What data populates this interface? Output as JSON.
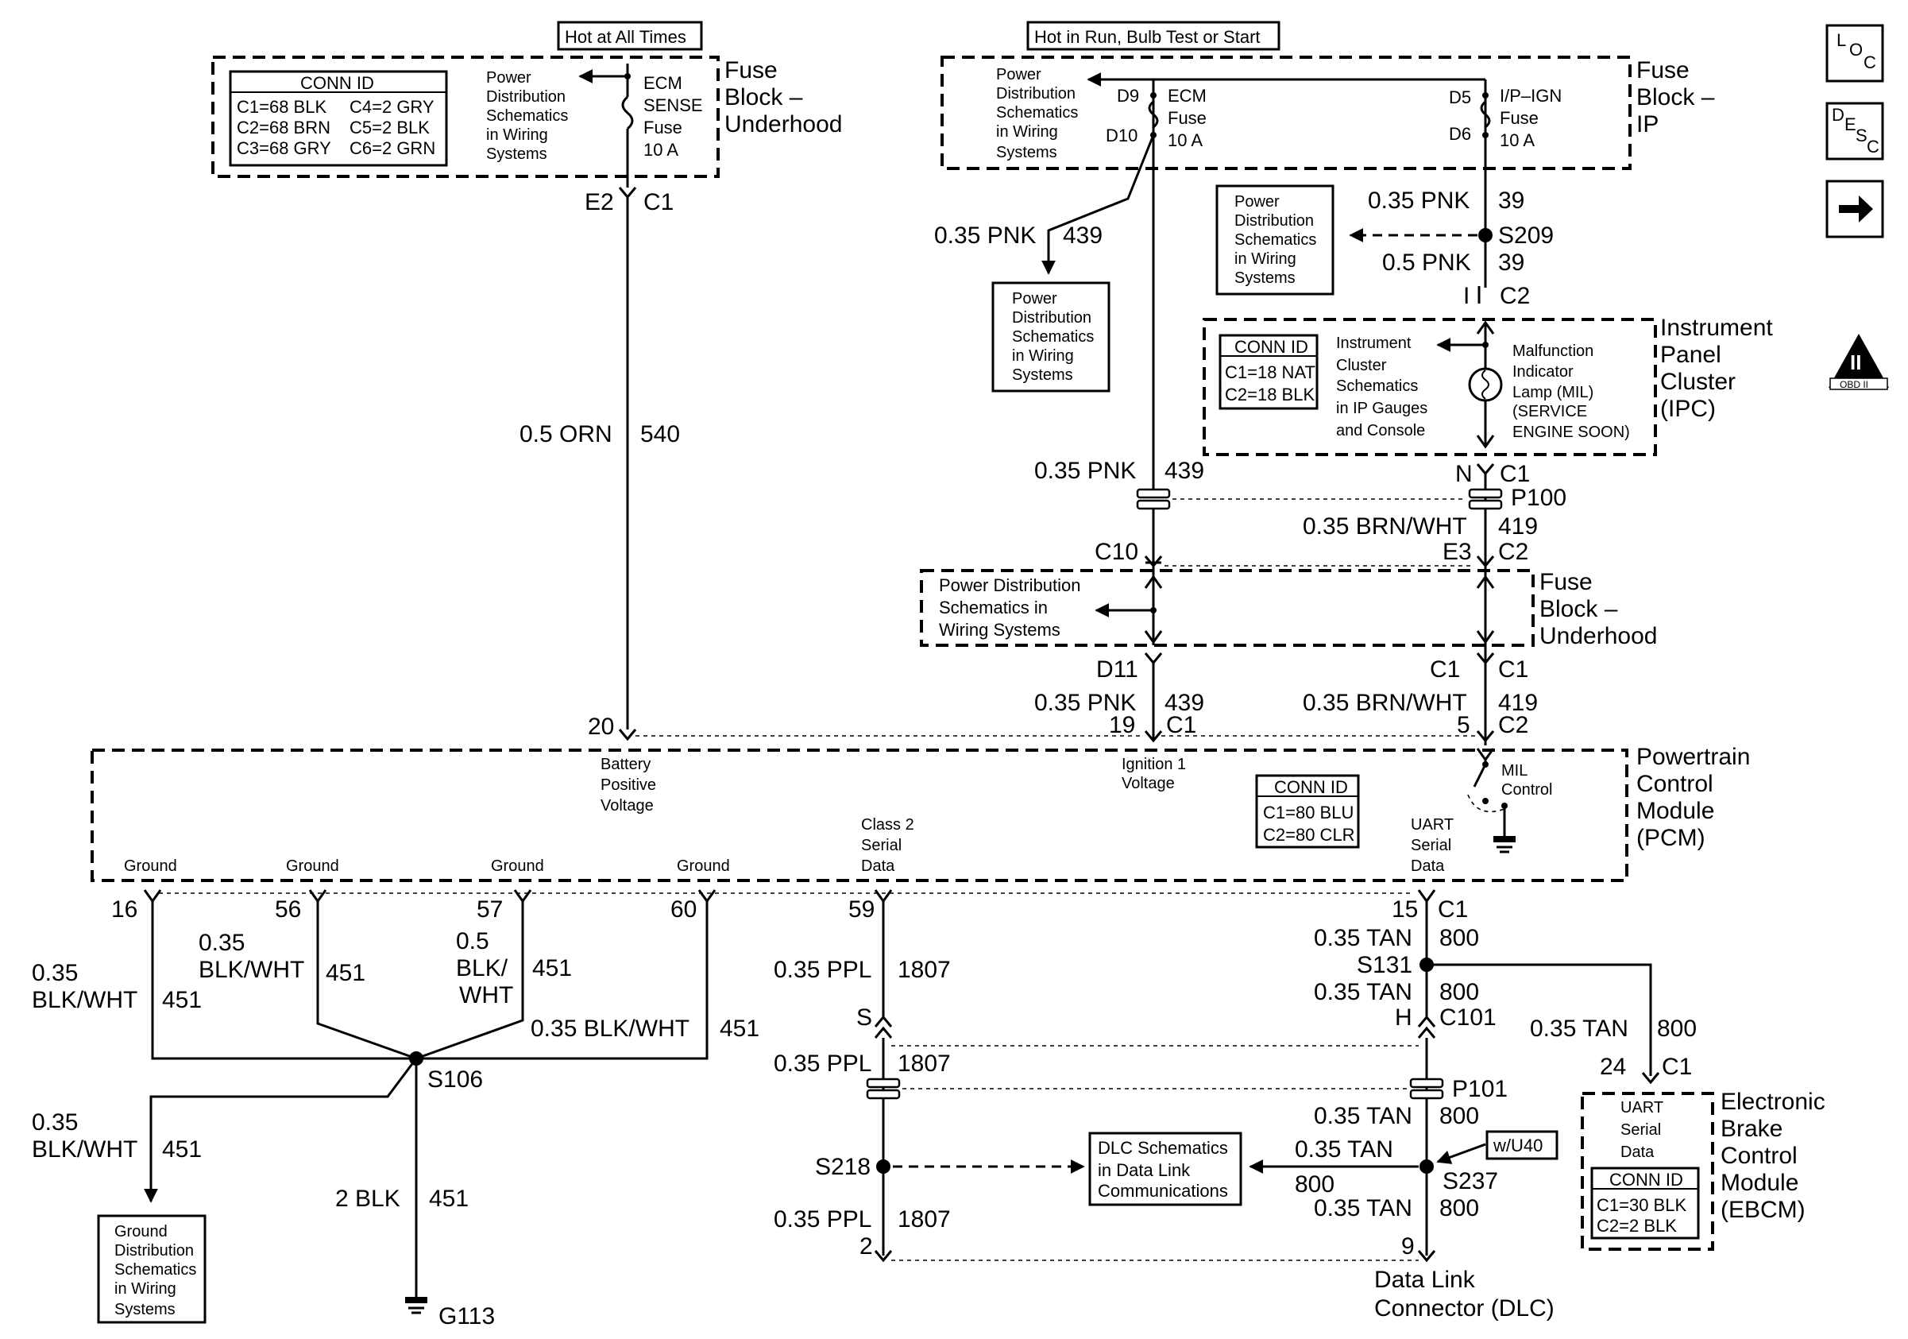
{
  "hot_labels": {
    "always": "Hot at All Times",
    "run": "Hot in Run, Bulb Test or Start"
  },
  "side_icons": {
    "loc": [
      "L",
      "O",
      "C"
    ],
    "desc": [
      "D",
      "E",
      "S",
      "C"
    ],
    "obd_roman": "II",
    "obd_text": "OBD II"
  },
  "fuse_underhood_top": {
    "title": [
      "Fuse",
      "Block –",
      "Underhood"
    ],
    "conn_id_title": "CONN ID",
    "conn_rows": [
      [
        "C1=68 BLK",
        "C4=2 GRY"
      ],
      [
        "C2=68 BRN",
        "C5=2 BLK"
      ],
      [
        "C3=68 GRY",
        "C6=2 GRN"
      ]
    ],
    "ref_text": [
      "Power",
      "Distribution",
      "Schematics",
      "in Wiring",
      "Systems"
    ],
    "fuse_label": [
      "ECM",
      "SENSE",
      "Fuse",
      "10 A"
    ],
    "conn_left": "E2",
    "conn_right": "C1"
  },
  "fuse_ip": {
    "title": [
      "Fuse",
      "Block –",
      "IP"
    ],
    "ref_text": [
      "Power",
      "Distribution",
      "Schematics",
      "in Wiring",
      "Systems"
    ],
    "ecm_pins": [
      "D9",
      "D10"
    ],
    "ecm_label": [
      "ECM",
      "Fuse",
      "10 A"
    ],
    "ign_pins": [
      "D5",
      "D6"
    ],
    "ign_label": [
      "I/P–IGN",
      "Fuse",
      "10 A"
    ]
  },
  "refs": {
    "pnk439": [
      "Power",
      "Distribution",
      "Schematics",
      "in Wiring",
      "Systems"
    ],
    "s209": [
      "Power",
      "Distribution",
      "Schematics",
      "in Wiring",
      "Systems"
    ],
    "ground": [
      "Ground",
      "Distribution",
      "Schematics",
      "in Wiring",
      "Systems"
    ],
    "dlc": [
      "DLC Schematics",
      "in Data Link",
      "Communications"
    ]
  },
  "wires": {
    "orn540": [
      "0.5 ORN",
      "540"
    ],
    "pnk439_branch": [
      "0.35 PNK",
      "439"
    ],
    "pnk39_upper": [
      "0.35 PNK",
      "39"
    ],
    "pnk39_lower": [
      "0.5 PNK",
      "39"
    ],
    "pnk439_main": [
      "0.35 PNK",
      "439"
    ],
    "brnwht419_upper": [
      "0.35 BRN/WHT",
      "419"
    ],
    "pnk439_lower": [
      "0.35 PNK",
      "439"
    ],
    "brnwht419_lower": [
      "0.35 BRN/WHT",
      "419"
    ],
    "bw451_16": [
      "0.35",
      "BLK/WHT",
      "451"
    ],
    "bw451_56": [
      "0.35",
      "BLK/WHT",
      "451"
    ],
    "bw451_57": [
      "0.5",
      "BLK/",
      "WHT",
      "451"
    ],
    "bw451_60": [
      "0.35 BLK/WHT",
      "451"
    ],
    "bw451_gnd": [
      "0.35",
      "BLK/WHT",
      "451"
    ],
    "blk451": [
      "2 BLK",
      "451"
    ],
    "ppl1807_a": [
      "0.35 PPL",
      "1807"
    ],
    "ppl1807_b": [
      "0.35 PPL",
      "1807"
    ],
    "ppl1807_c": [
      "0.35 PPL",
      "1807"
    ],
    "tan800_a": [
      "0.35 TAN",
      "800"
    ],
    "tan800_b": [
      "0.35 TAN",
      "800"
    ],
    "tan800_ebcm": [
      "0.35 TAN",
      "800"
    ],
    "tan800_c": [
      "0.35 TAN",
      "800"
    ],
    "tan800_d": [
      "0.35 TAN",
      "800"
    ],
    "tan800_e": [
      "0.35 TAN",
      "800"
    ]
  },
  "splices": {
    "s209": "S209",
    "s106": "S106",
    "s131": "S131",
    "s218": "S218",
    "s237": "S237",
    "g113": "G113",
    "p100": "P100",
    "p101": "P101"
  },
  "connectors": {
    "ipc_c2": [
      "I",
      "C2"
    ],
    "ipc_c1": [
      "N",
      "C1"
    ],
    "fb_c10": "C10",
    "fb_e3": "E3",
    "fb_c2": "C2",
    "fb_d11": "D11",
    "fb_c1a": "C1",
    "fb_c1b": "C1",
    "pcm_20": "20",
    "pcm_19": "19",
    "pcm_c1a": "C1",
    "pcm_5": "5",
    "pcm_c2": "C2",
    "g16": "16",
    "g56": "56",
    "g57": "57",
    "g60": "60",
    "p59": "59",
    "p15": "15",
    "p15c": "C1",
    "c101_s": "S",
    "c101_h": "H",
    "c101": "C101",
    "ebcm_24": "24",
    "ebcm_c1": "C1",
    "dlc_2": "2",
    "dlc_9": "9"
  },
  "ipc": {
    "title": [
      "Instrument",
      "Panel",
      "Cluster",
      "(IPC)"
    ],
    "conn_id_title": "CONN ID",
    "conn_rows": [
      "C1=18 NAT",
      "C2=18 BLK"
    ],
    "ref_text": [
      "Instrument",
      "Cluster",
      "Schematics",
      "in IP Gauges",
      "and Console"
    ],
    "mil_text": [
      "Malfunction",
      "Indicator",
      "Lamp (MIL)",
      "(SERVICE",
      "ENGINE SOON)"
    ]
  },
  "fuse_underhood_mid": {
    "title": [
      "Fuse",
      "Block –",
      "Underhood"
    ],
    "ref_text": [
      "Power Distribution",
      "Schematics in",
      "Wiring Systems"
    ]
  },
  "pcm": {
    "title": [
      "Powertrain",
      "Control",
      "Module",
      "(PCM)"
    ],
    "battery": [
      "Battery",
      "Positive",
      "Voltage"
    ],
    "ign": [
      "Ignition 1",
      "Voltage"
    ],
    "conn_id_title": "CONN ID",
    "conn_rows": [
      "C1=80 BLU",
      "C2=80 CLR"
    ],
    "mil_control": [
      "MIL",
      "Control"
    ],
    "uart": [
      "UART",
      "Serial",
      "Data"
    ],
    "class2": [
      "Class 2",
      "Serial",
      "Data"
    ],
    "grounds": [
      "Ground",
      "Ground",
      "Ground",
      "Ground"
    ]
  },
  "ebcm": {
    "title": [
      "Electronic",
      "Brake",
      "Control",
      "Module",
      "(EBCM)"
    ],
    "uart": [
      "UART",
      "Serial",
      "Data"
    ],
    "conn_id_title": "CONN ID",
    "conn_rows": [
      "C1=30 BLK",
      "C2=2 BLK"
    ]
  },
  "option_tag": "w/U40",
  "dlc_title": [
    "Data Link",
    "Connector (DLC)"
  ]
}
